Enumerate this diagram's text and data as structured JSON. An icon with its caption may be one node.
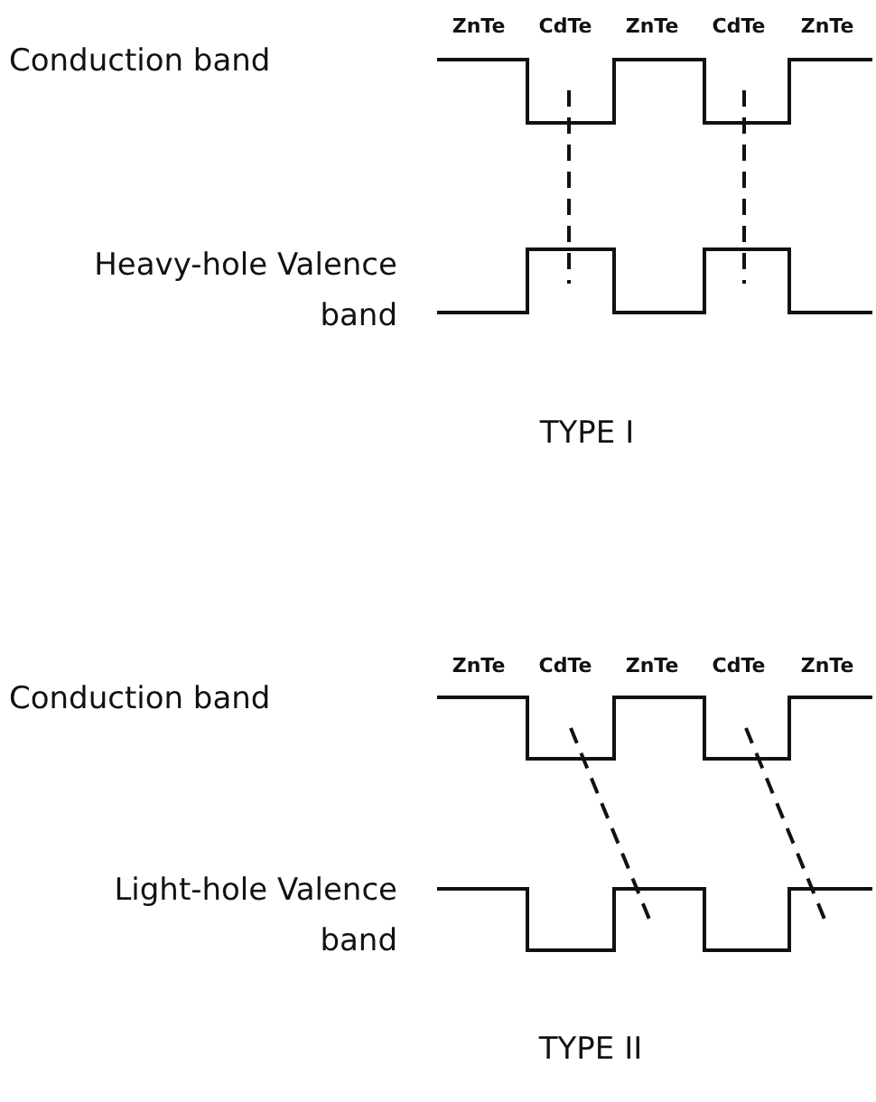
{
  "diagram": {
    "labels": [
      "ZnTe",
      "CdTe",
      "ZnTe",
      "CdTe",
      "ZnTe",
      "Conduction band",
      "Heavy-hole Valence band",
      "TYPE I",
      "ZnTe",
      "CdTe",
      "ZnTe",
      "CdTe",
      "ZnTe",
      "Conduction band",
      "Light-hole Valence band",
      "TYPE II"
    ]
  }
}
